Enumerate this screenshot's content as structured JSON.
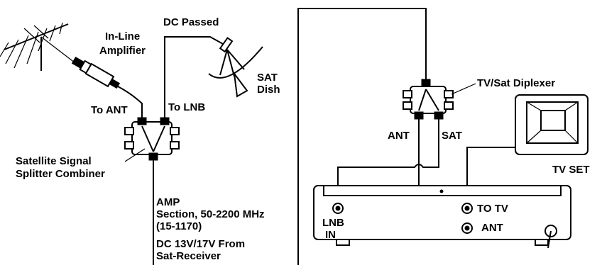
{
  "labels": {
    "in_line_amplifier_1": "In-Line",
    "in_line_amplifier_2": "Amplifier",
    "dc_passed": "DC Passed",
    "sat_dish_1": "SAT",
    "sat_dish_2": "Dish",
    "to_ant": "To ANT",
    "to_lnb": "To LNB",
    "splitter_1": "Satellite Signal",
    "splitter_2": "Splitter Combiner",
    "amp_1": "AMP",
    "amp_2": "Section, 50-2200 MHz",
    "amp_3": "(15-1170)",
    "dc_1": "DC 13V/17V From",
    "dc_2": "Sat-Receiver",
    "diplexer": "TV/Sat Diplexer",
    "diplexer_ant": "ANT",
    "diplexer_sat": "SAT",
    "tv_set": "TV SET",
    "lnb_in_1": "LNB",
    "lnb_in_2": "IN",
    "to_tv": "TO TV",
    "receiver_ant": "ANT"
  },
  "icons": {
    "antenna": "yagi-antenna-icon",
    "dish": "satellite-dish-icon",
    "amplifier": "in-line-amplifier-icon",
    "splitter": "splitter-combiner-icon",
    "diplexer": "diplexer-icon",
    "tv": "tv-set-icon",
    "receiver": "satellite-receiver-icon"
  }
}
